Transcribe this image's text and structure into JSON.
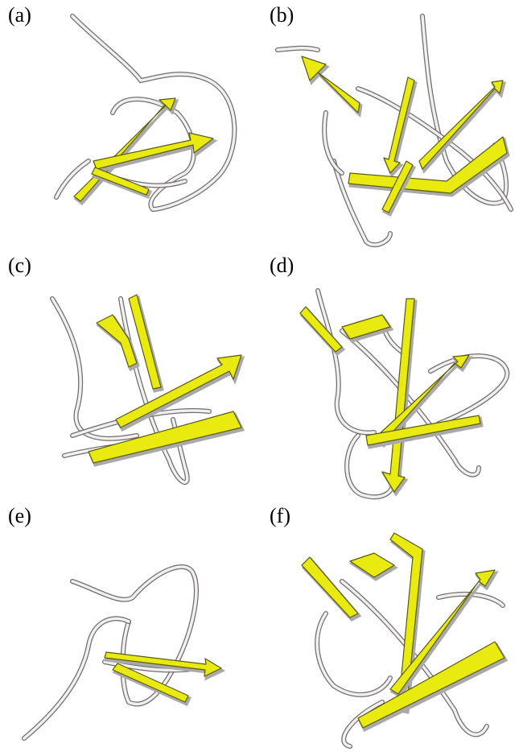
{
  "figure": {
    "panels": [
      {
        "label": "(a)"
      },
      {
        "label": "(b)"
      },
      {
        "label": "(c)"
      },
      {
        "label": "(d)"
      },
      {
        "label": "(e)"
      },
      {
        "label": "(f)"
      }
    ],
    "colors": {
      "strand_fill": "#e8ea10",
      "strand_edge": "#5a5a10",
      "strand_side": "#a9a9a9",
      "coil_fill": "#f2efee",
      "coil_edge": "#6e6e6e"
    }
  }
}
